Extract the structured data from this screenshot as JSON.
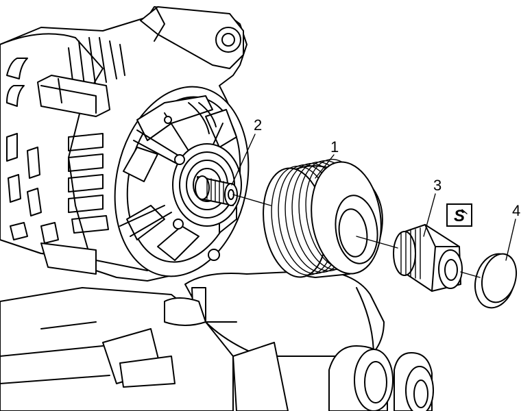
{
  "callouts": {
    "pulley": "1",
    "shaft": "2",
    "nut": "3",
    "cap": "4"
  },
  "tool_symbol": "S",
  "colors": {
    "line": "#000000",
    "paper": "#ffffff"
  }
}
